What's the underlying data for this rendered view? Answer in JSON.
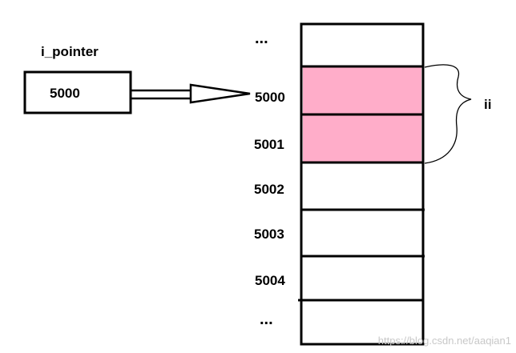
{
  "pointer": {
    "name": "i_pointer",
    "value": "5000"
  },
  "memory": {
    "ellipsis_top": "...",
    "ellipsis_bottom": "...",
    "cells": [
      {
        "address": "5000",
        "highlighted": true
      },
      {
        "address": "5001",
        "highlighted": true
      },
      {
        "address": "5002",
        "highlighted": false
      },
      {
        "address": "5003",
        "highlighted": false
      },
      {
        "address": "5004",
        "highlighted": false
      }
    ]
  },
  "variable": {
    "name": "ii"
  },
  "colors": {
    "highlight": "#ffadc9",
    "stroke": "#000000"
  },
  "watermark": "https://blog.csdn.net/aaqian1"
}
